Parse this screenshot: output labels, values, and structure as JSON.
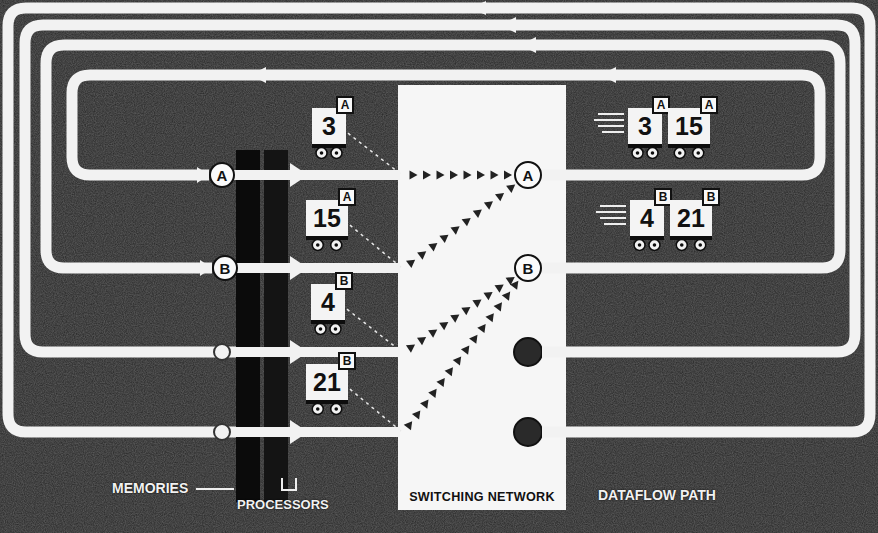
{
  "diagram": {
    "nodes": [
      {
        "text": [
          "A"
        ]
      },
      {
        "text": [
          "3"
        ]
      },
      {
        "text": [
          "A"
        ],
        "in": 1
      },
      {
        "text": [
          "15"
        ]
      },
      {
        "text": [
          "A"
        ],
        "in": 3
      },
      {
        "text": [
          "B"
        ]
      },
      {
        "text": [
          "4"
        ]
      },
      {
        "text": [
          "B"
        ],
        "in": 6
      },
      {
        "text": [
          "21"
        ]
      },
      {
        "text": [
          "B"
        ],
        "in": 8
      },
      {
        "text": [
          "SWITCHING NETWORK"
        ]
      },
      {
        "text": [
          "A"
        ],
        "in": 10
      },
      {
        "text": [
          "B"
        ],
        "in": 10
      },
      {
        "text": [
          "3"
        ]
      },
      {
        "text": [
          "A"
        ],
        "in": 13
      },
      {
        "text": [
          "15"
        ]
      },
      {
        "text": [
          "A"
        ],
        "in": 15
      },
      {
        "text": [
          "4"
        ]
      },
      {
        "text": [
          "B"
        ],
        "in": 17
      },
      {
        "text": [
          "21"
        ]
      },
      {
        "text": [
          "B"
        ],
        "in": 19
      }
    ],
    "edges": [
      {
        "from": 1,
        "to": 11,
        "arrow": "to"
      },
      {
        "from": 3,
        "to": 11,
        "arrow": "to"
      },
      {
        "from": 6,
        "to": 12,
        "arrow": "to"
      },
      {
        "from": 8,
        "to": 12,
        "arrow": "to"
      },
      {
        "from": 11,
        "to": 0,
        "arrow": "to"
      },
      {
        "from": 12,
        "to": 5,
        "arrow": "to"
      }
    ],
    "labels": [
      "MEMORIES",
      "PROCESSORS",
      "DATAFLOW PATH"
    ]
  }
}
